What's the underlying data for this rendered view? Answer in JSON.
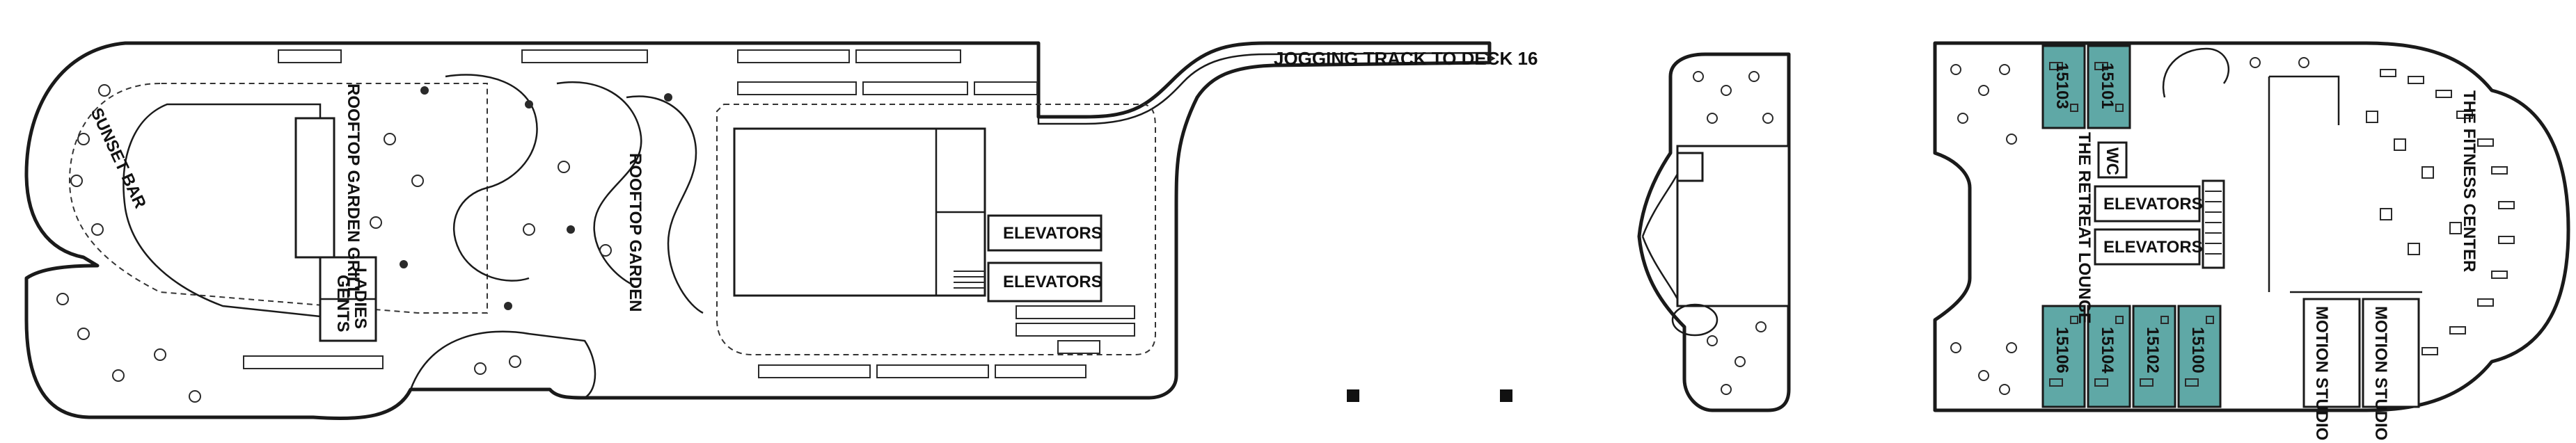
{
  "labels": {
    "jogging_track": "JOGGING TRACK TO DECK 16",
    "sunset_bar": "SUNSET BAR",
    "rooftop_garden_grill": "ROOFTOP GARDEN GRILL",
    "rooftop_garden": "ROOFTOP GARDEN",
    "ladies": "LADIES",
    "gents": "GENTS",
    "elevators_upper_mid": "ELEVATORS",
    "elevators_lower_mid": "ELEVATORS",
    "wc": "WC",
    "elevators_upper_fwd": "ELEVATORS",
    "elevators_lower_fwd": "ELEVATORS",
    "retreat_lounge": "THE RETREAT LOUNGE",
    "fitness_center": "THE FITNESS CENTER",
    "motion_studio_a": "MOTION STUDIO A",
    "motion_studio_b": "MOTION STUDIO B"
  },
  "cabins": {
    "top": [
      "15103",
      "15101"
    ],
    "bottom": [
      "15106",
      "15104",
      "15102",
      "15100"
    ]
  },
  "colors": {
    "cabin_fill": "#5fa8a6",
    "outline": "#1a1a1a"
  }
}
